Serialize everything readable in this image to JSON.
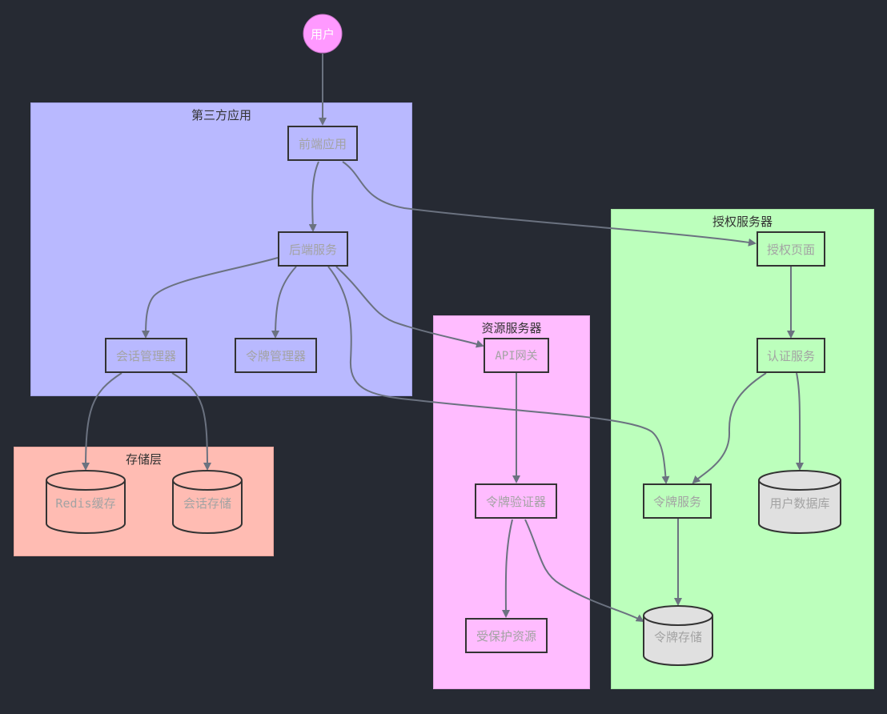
{
  "colors": {
    "background": "#262a33",
    "cluster_third_party": "#b9b9ff",
    "cluster_storage": "#ffbcb3",
    "cluster_resource": "#ffbcff",
    "cluster_auth": "#bcffbc",
    "user_node": "#ff99ff",
    "db_fill": "#e0e0e0",
    "edge": "#6b7280"
  },
  "clusters": {
    "third_party": "第三方应用",
    "storage": "存储层",
    "resource": "资源服务器",
    "auth": "授权服务器"
  },
  "nodes": {
    "user": "用户",
    "frontend": "前端应用",
    "backend": "后端服务",
    "session_manager": "会话管理器",
    "token_manager": "令牌管理器",
    "redis_cache": "Redis缓存",
    "session_store": "会话存储",
    "api_gateway": "API网关",
    "token_validator": "令牌验证器",
    "protected_resource": "受保护资源",
    "auth_page": "授权页面",
    "auth_service": "认证服务",
    "token_service": "令牌服务",
    "user_db": "用户数据库",
    "token_store": "令牌存储"
  }
}
